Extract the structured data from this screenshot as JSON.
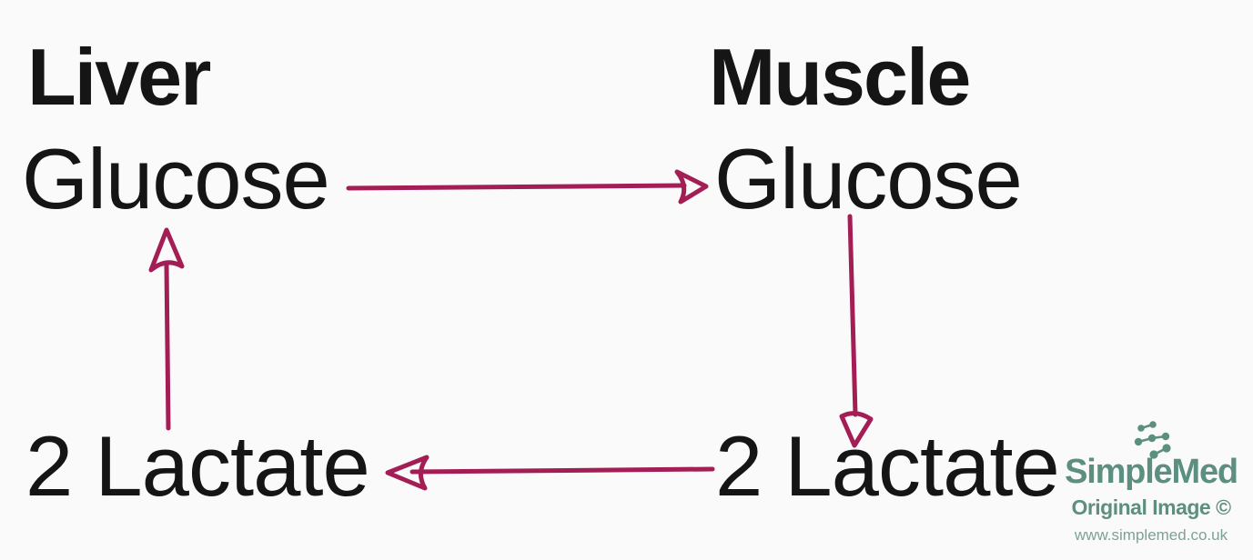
{
  "colors": {
    "arrow": "#a31e54",
    "brand": "#5d8f80",
    "brand_light": "#7ca295",
    "text": "#151515",
    "background": "#fbfafa"
  },
  "liver": {
    "header": "Liver",
    "glucose": "Glucose",
    "lactate": "2 Lactate"
  },
  "muscle": {
    "header": "Muscle",
    "glucose": "Glucose",
    "lactate": "2 Lactate"
  },
  "arrows": [
    {
      "from": "liver-glucose",
      "to": "muscle-glucose",
      "direction": "right"
    },
    {
      "from": "muscle-glucose",
      "to": "muscle-lactate",
      "direction": "down"
    },
    {
      "from": "muscle-lactate",
      "to": "liver-lactate",
      "direction": "left"
    },
    {
      "from": "liver-lactate",
      "to": "liver-glucose",
      "direction": "up"
    }
  ],
  "watermark": {
    "icon": "molecule-icon",
    "brand": "SimpleMed",
    "notice": "Original Image ©",
    "url": "www.simplemed.co.uk"
  }
}
